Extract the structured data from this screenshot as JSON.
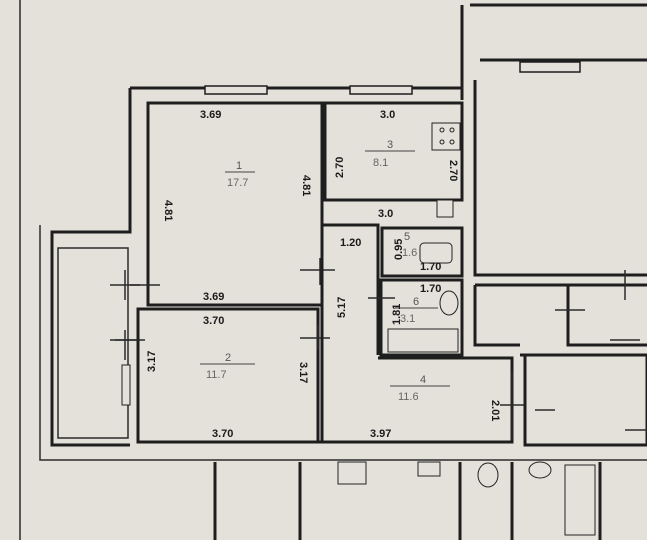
{
  "rooms": [
    {
      "number": "1",
      "area": "17.7",
      "dims": [
        "3.69",
        "4.81",
        "4.81",
        "3.69"
      ]
    },
    {
      "number": "2",
      "area": "11.7",
      "dims": [
        "3.70",
        "3.17",
        "3.17",
        "3.70"
      ]
    },
    {
      "number": "3",
      "area": "8.1",
      "dims": [
        "3.0",
        "2.70",
        "2.70",
        "3.0"
      ]
    },
    {
      "number": "4",
      "area": "11.6",
      "dims": [
        "3.97",
        "2.01"
      ]
    },
    {
      "number": "5",
      "area": "1.6",
      "dims": [
        "0.95",
        "1.70"
      ]
    },
    {
      "number": "6",
      "area": "3.1",
      "dims": [
        "1.70",
        "1.81"
      ]
    }
  ],
  "corridor": {
    "dims": [
      "1.20",
      "5.17"
    ]
  },
  "colors": {
    "paper": "#e4e1da",
    "walls": "#1e1e1e"
  }
}
